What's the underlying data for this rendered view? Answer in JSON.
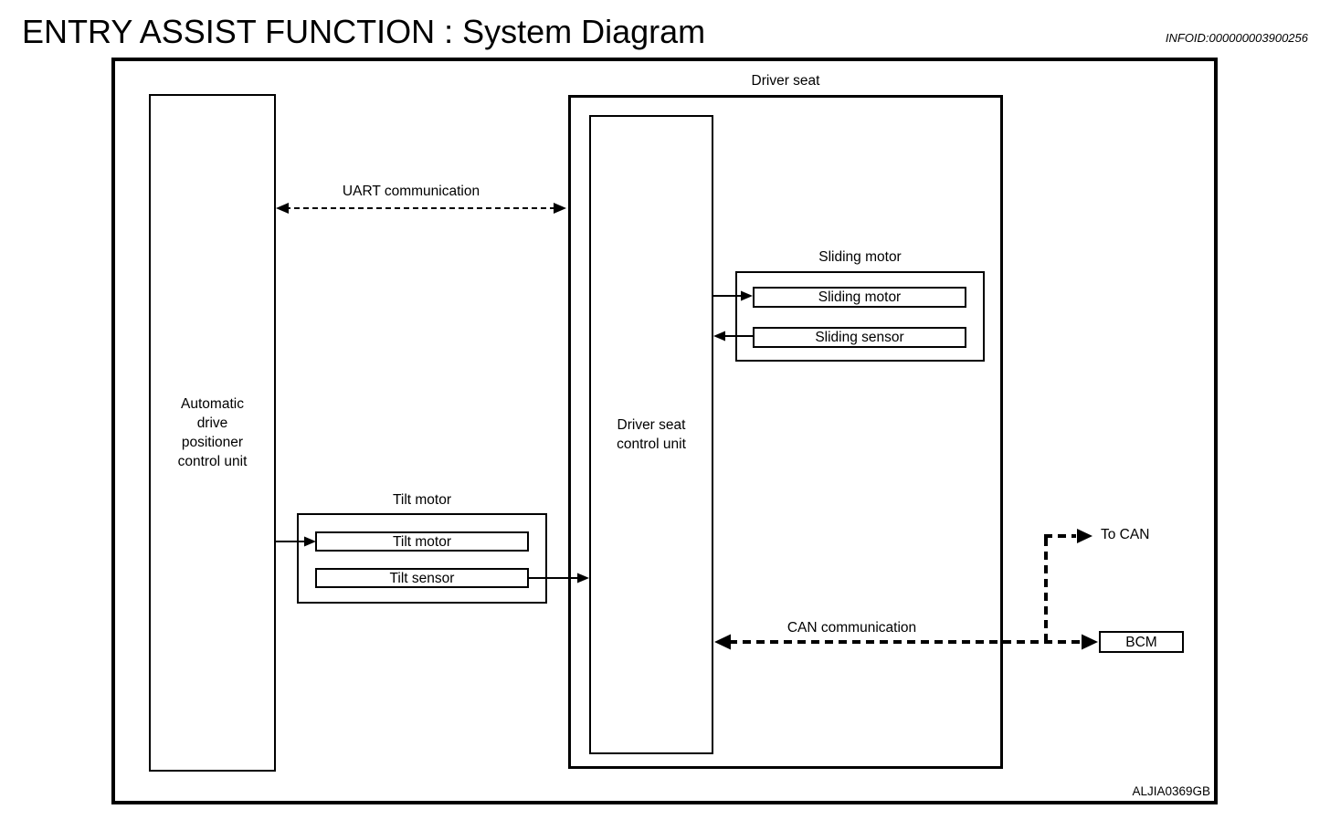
{
  "page": {
    "title": "ENTRY ASSIST FUNCTION : System Diagram",
    "infoid": "INFOID:000000003900256",
    "figure_code": "ALJIA0369GB"
  },
  "diagram": {
    "driver_seat_group": "Driver seat",
    "adp_unit": "Automatic\ndrive\npositioner\ncontrol unit",
    "seat_control_unit": "Driver seat\ncontrol unit",
    "sliding_group": "Sliding motor",
    "sliding_motor": "Sliding motor",
    "sliding_sensor": "Sliding sensor",
    "tilt_group": "Tilt motor",
    "tilt_motor": "Tilt motor",
    "tilt_sensor": "Tilt sensor",
    "uart_link": "UART communication",
    "can_link": "CAN communication",
    "to_can": "To CAN",
    "bcm": "BCM"
  },
  "colors": {
    "background": "#ffffff",
    "line": "#000000",
    "text": "#000000"
  }
}
